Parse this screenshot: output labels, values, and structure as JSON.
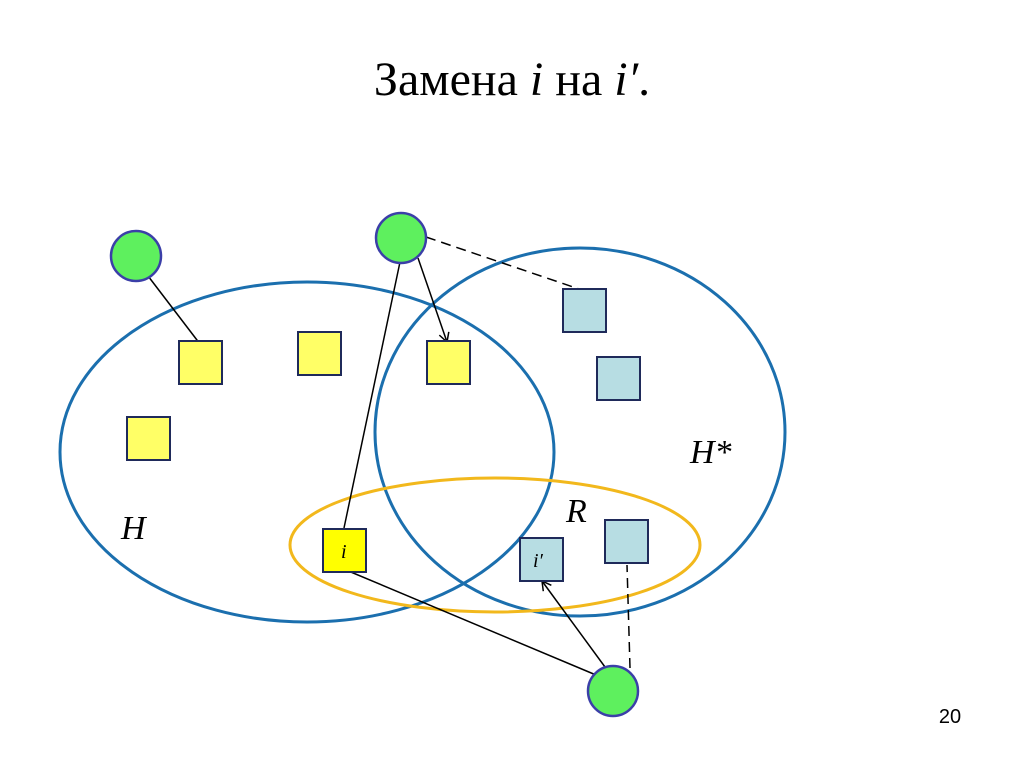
{
  "title": {
    "part1": "Замена ",
    "var_i": "i",
    "part2": " на ",
    "var_i_prime": "i′",
    "part3": "."
  },
  "labels": {
    "set_h": "H",
    "set_h_star": "H*",
    "set_r": "R",
    "box_i": "i",
    "box_i_prime": "i′"
  },
  "page_number": "20",
  "colors": {
    "ellipse_blue": "#1b6fae",
    "ellipse_orange": "#f2b81c",
    "node_green": "#5ef05e",
    "node_border": "#3b3fa8",
    "square_yellow": "#ffff66",
    "square_blue": "#b7dde3",
    "square_border": "#1f2a5a"
  }
}
